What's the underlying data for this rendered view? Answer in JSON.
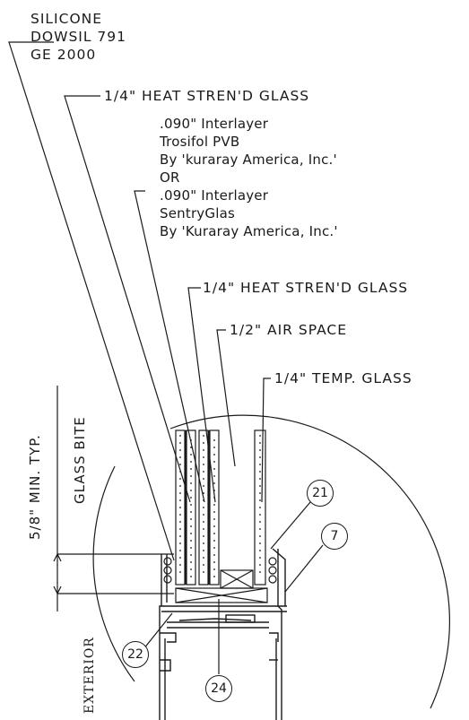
{
  "labels": {
    "silicone": "SILICONE\nDOWSIL 791\nGE 2000",
    "outer_glass": "1/4\" HEAT STREN'D GLASS",
    "interlayer": ".090\" Interlayer\nTrosifol PVB\nBy 'kuraray America, Inc.'\nOR\n.090\" Interlayer\nSentryGlas\nBy 'Kuraray America, Inc.'",
    "inner_glass": "1/4\" HEAT STREN'D GLASS",
    "air_space": "1/2\" AIR SPACE",
    "temp_glass": "1/4\" TEMP. GLASS",
    "min_typ": "5/8\" MIN. TYP.",
    "glass_bite": "GLASS BITE",
    "exterior": "EXTERIOR"
  },
  "callouts": {
    "c21": "21",
    "c7": "7",
    "c22": "22",
    "c24": "24"
  }
}
